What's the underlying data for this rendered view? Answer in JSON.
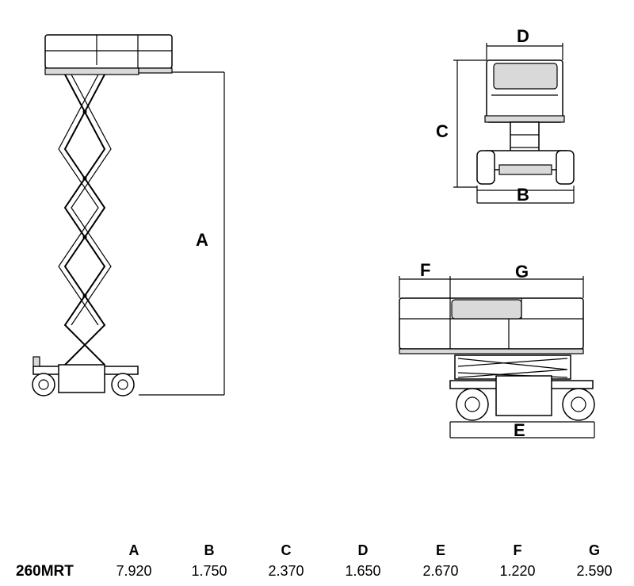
{
  "labels": {
    "A": "A",
    "B": "B",
    "C": "C",
    "D": "D",
    "E": "E",
    "F": "F",
    "G": "G"
  },
  "table": {
    "columns": [
      "A",
      "B",
      "C",
      "D",
      "E",
      "F",
      "G"
    ],
    "rows": [
      {
        "model": "260MRT",
        "values": [
          "7.920",
          "1.750",
          "2.370",
          "1.650",
          "2.670",
          "1.220",
          "2.590"
        ]
      }
    ]
  }
}
